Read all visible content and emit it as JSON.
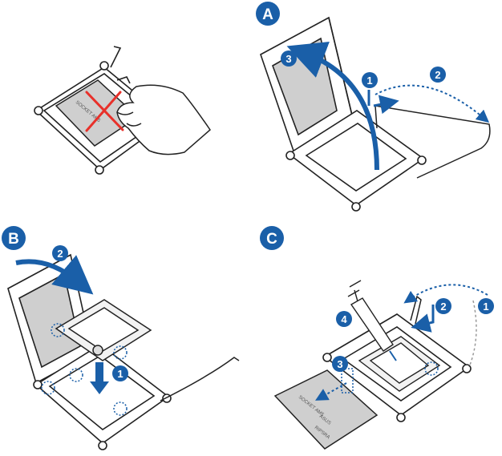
{
  "panels": [
    {
      "id": "top-left",
      "label": "",
      "socket_text": "SOCKET AM5"
    },
    {
      "id": "A",
      "label": "A",
      "steps": [
        "1",
        "2",
        "3"
      ]
    },
    {
      "id": "B",
      "label": "B",
      "steps": [
        "1",
        "2"
      ]
    },
    {
      "id": "C",
      "label": "C",
      "steps": [
        "1",
        "2",
        "3",
        "4"
      ],
      "cover_text": [
        "SOCKET AM5",
        "ASUS",
        "RIPSRA"
      ]
    }
  ],
  "colors": {
    "badge": "#1a5fa8",
    "arrow": "#1a5fa8",
    "cross": "#e8302a",
    "line": "#222222",
    "chip": "#cfcfcf"
  }
}
